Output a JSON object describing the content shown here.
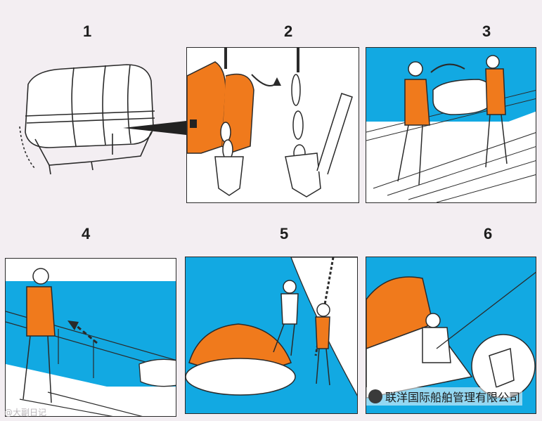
{
  "steps": [
    {
      "number": "1"
    },
    {
      "number": "2"
    },
    {
      "number": "3"
    },
    {
      "number": "4"
    },
    {
      "number": "5"
    },
    {
      "number": "6"
    }
  ],
  "watermark": {
    "text": "联洋国际船舶管理有限公司",
    "icon": "wechat-logo-icon"
  },
  "corner_watermark": {
    "text": "@大副日记"
  },
  "colors": {
    "sea": "#12a9e2",
    "raft_orange": "#f07a1c",
    "line": "#2a2a2a",
    "background": "#f3eef2"
  }
}
